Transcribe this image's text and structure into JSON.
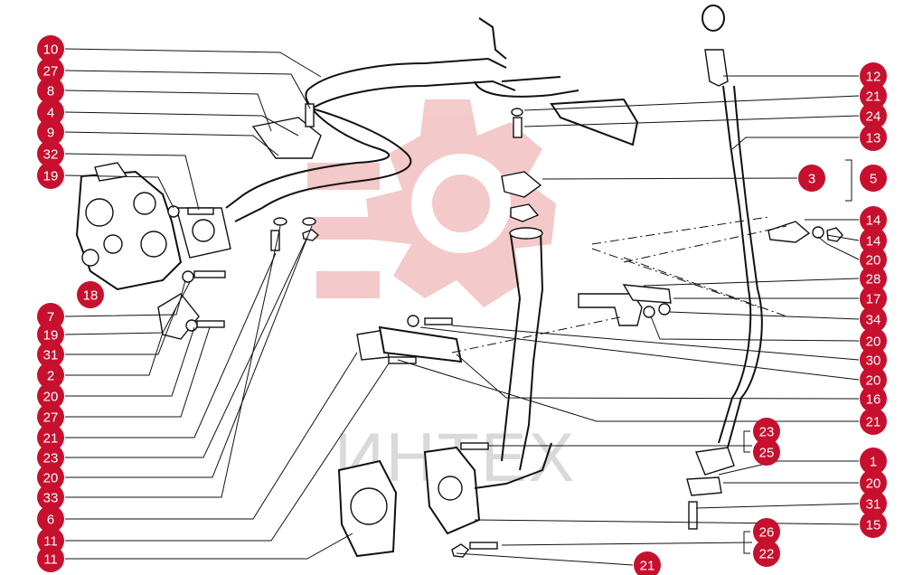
{
  "watermark": {
    "text": "ИНТЕХ"
  },
  "colors": {
    "callout": "#c7102e",
    "watermark_gear": "#f3c4c4",
    "line": "#111111"
  },
  "callouts": [
    {
      "label": "10"
    },
    {
      "label": "27"
    },
    {
      "label": "8"
    },
    {
      "label": "4"
    },
    {
      "label": "9"
    },
    {
      "label": "32"
    },
    {
      "label": "19"
    },
    {
      "label": "18"
    },
    {
      "label": "7"
    },
    {
      "label": "19"
    },
    {
      "label": "31"
    },
    {
      "label": "2"
    },
    {
      "label": "20"
    },
    {
      "label": "27"
    },
    {
      "label": "21"
    },
    {
      "label": "23"
    },
    {
      "label": "20"
    },
    {
      "label": "33"
    },
    {
      "label": "6"
    },
    {
      "label": "11"
    },
    {
      "label": "11"
    },
    {
      "label": "12"
    },
    {
      "label": "21"
    },
    {
      "label": "24"
    },
    {
      "label": "13"
    },
    {
      "label": "3"
    },
    {
      "label": "5"
    },
    {
      "label": "14"
    },
    {
      "label": "14"
    },
    {
      "label": "20"
    },
    {
      "label": "28"
    },
    {
      "label": "17"
    },
    {
      "label": "34"
    },
    {
      "label": "20"
    },
    {
      "label": "30"
    },
    {
      "label": "20"
    },
    {
      "label": "16"
    },
    {
      "label": "21"
    },
    {
      "label": "23"
    },
    {
      "label": "25"
    },
    {
      "label": "1"
    },
    {
      "label": "20"
    },
    {
      "label": "31"
    },
    {
      "label": "15"
    },
    {
      "label": "26"
    },
    {
      "label": "22"
    },
    {
      "label": "21"
    }
  ]
}
